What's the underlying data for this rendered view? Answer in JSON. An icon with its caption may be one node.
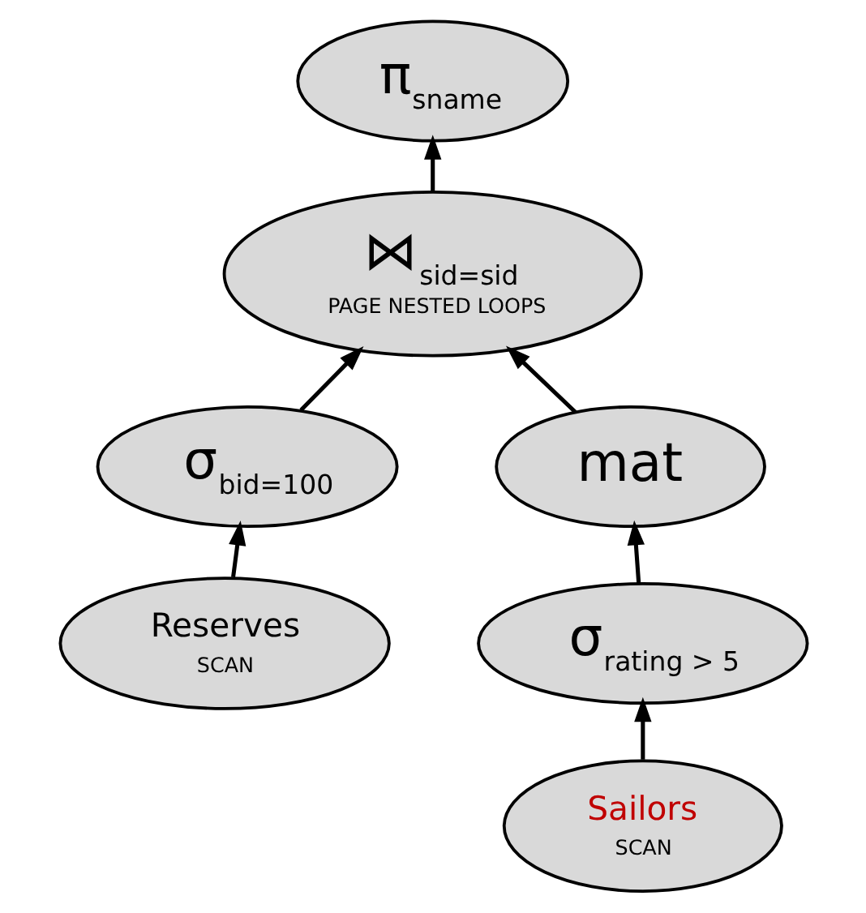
{
  "diagram": {
    "nodes": [
      {
        "text": [
          "π$_{sname}$"
        ]
      },
      {
        "text": [
          "⋈$_{sid=sid}$",
          "PAGE NESTED LOOPS"
        ]
      },
      {
        "text": [
          "σ$_{bid=100}$"
        ]
      },
      {
        "text": [
          "mat"
        ]
      },
      {
        "text": [
          "Reserves",
          "SCAN"
        ]
      },
      {
        "text": [
          "σ$_{rating > 5}$"
        ]
      },
      {
        "text": [
          "Sailors",
          "SCAN"
        ]
      }
    ],
    "edges": [
      {
        "from": 1,
        "to": 0,
        "arrow": "to"
      },
      {
        "from": 2,
        "to": 1,
        "arrow": "to"
      },
      {
        "from": 3,
        "to": 1,
        "arrow": "to"
      },
      {
        "from": 4,
        "to": 2,
        "arrow": "to"
      },
      {
        "from": 5,
        "to": 3,
        "arrow": "to"
      },
      {
        "from": 6,
        "to": 5,
        "arrow": "to"
      }
    ]
  }
}
